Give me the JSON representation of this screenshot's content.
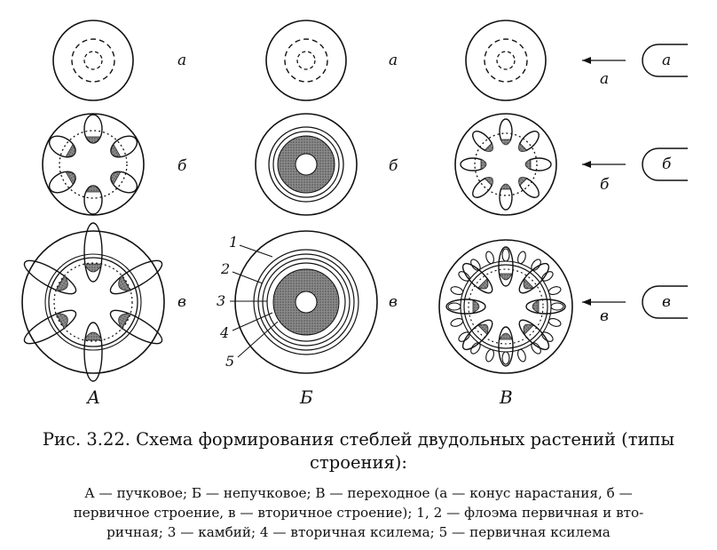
{
  "figure": {
    "columns": [
      "А",
      "Б",
      "В"
    ],
    "rows": [
      "а",
      "б",
      "в"
    ],
    "transition_labels": [
      "а",
      "б",
      "в"
    ],
    "callouts": [
      "1",
      "2",
      "3",
      "4",
      "5"
    ]
  },
  "caption": {
    "line1": "Рис. 3.22. Схема формирования стеблей двудольных растений (типы",
    "line2": "строения):"
  },
  "legend": {
    "line1": "А — пучковое; Б — непучковое; В — переходное (а — конус нарастания, б —",
    "line2": "первичное строение, в — вторичное строение); 1, 2 — флоэма первичная и вто-",
    "line3": "ричная; 3 — камбий; 4 — вторичная ксилема; 5 — первичная ксилема"
  },
  "colors": {
    "ink": "#111111",
    "tissue": "#6a6a6a"
  }
}
